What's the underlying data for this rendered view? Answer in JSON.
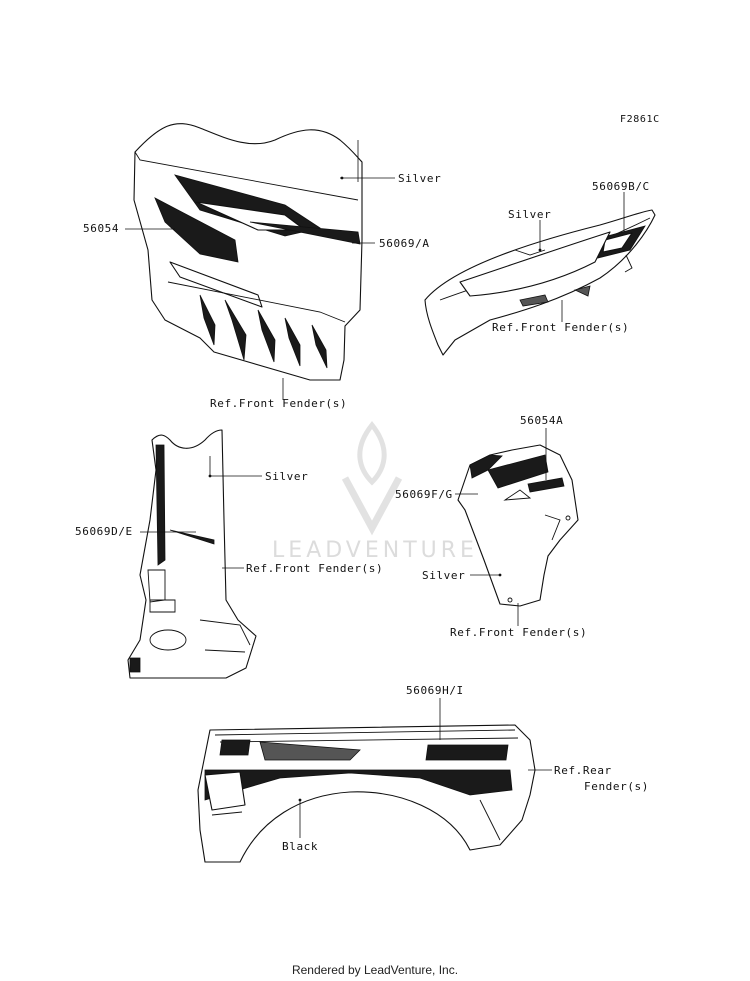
{
  "diagram_code": "F2861C",
  "watermark": "LEADVENTURE",
  "footer_credit": "Rendered by LeadVenture, Inc.",
  "callouts": {
    "a_silver": "Silver",
    "a_56054": "56054",
    "a_56069A": "56069/A",
    "a_ref_front": "Ref.Front Fender(s)",
    "b_56069BC": "56069B/C",
    "b_silver": "Silver",
    "b_ref_front": "Ref.Front Fender(s)",
    "c_silver": "Silver",
    "c_56069DE": "56069D/E",
    "c_ref_front": "Ref.Front Fender(s)",
    "d_56054A": "56054A",
    "d_56069FG": "56069F/G",
    "d_silver": "Silver",
    "d_ref_front": "Ref.Front Fender(s)",
    "e_56069HI": "56069H/I",
    "e_ref_rear_1": "Ref.Rear",
    "e_ref_rear_2": "Fender(s)",
    "e_black": "Black"
  }
}
